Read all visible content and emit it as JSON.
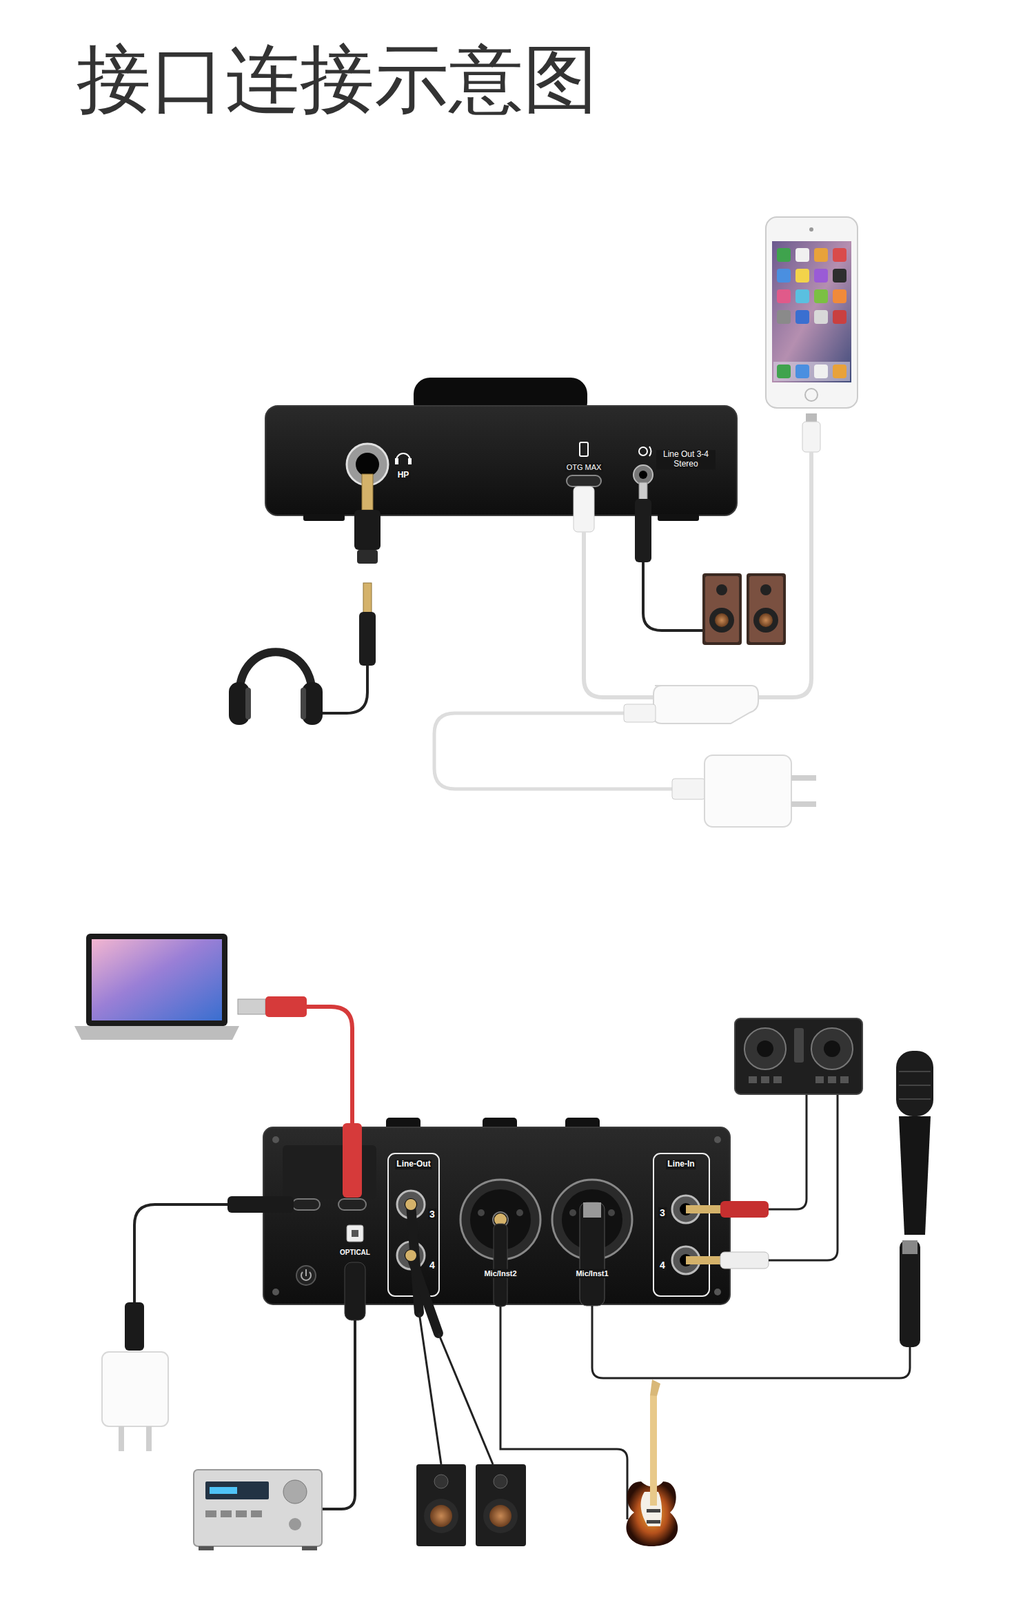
{
  "diagram": {
    "title": "接口连接示意图",
    "labels": [
      "HP",
      "OTG MAX",
      "Line Out 3-4 Stereo",
      "Line-Out",
      "3",
      "4",
      "Mic/Inst2",
      "Mic/Inst1",
      "Line-In",
      "3",
      "4",
      "OPTICAL"
    ]
  }
}
